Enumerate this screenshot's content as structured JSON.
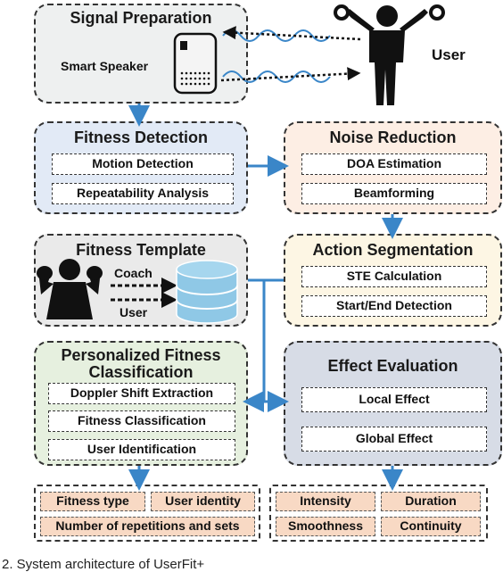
{
  "signal_preparation": {
    "title": "Signal Preparation",
    "device_label": "Smart Speaker",
    "user_label": "User"
  },
  "fitness_detection": {
    "title": "Fitness Detection",
    "items": [
      "Motion Detection",
      "Repeatability Analysis"
    ]
  },
  "noise_reduction": {
    "title": "Noise Reduction",
    "items": [
      "DOA Estimation",
      "Beamforming"
    ]
  },
  "fitness_template": {
    "title": "Fitness Template",
    "coach_label": "Coach",
    "user_label": "User"
  },
  "action_segmentation": {
    "title": "Action Segmentation",
    "items": [
      "STE Calculation",
      "Start/End Detection"
    ]
  },
  "personalized_classification": {
    "title_line1": "Personalized Fitness",
    "title_line2": "Classification",
    "items": [
      "Doppler Shift Extraction",
      "Fitness Classification",
      "User Identification"
    ]
  },
  "effect_evaluation": {
    "title": "Effect Evaluation",
    "items": [
      "Local Effect",
      "Global Effect"
    ]
  },
  "outputs_left": {
    "items": [
      "Fitness type",
      "User identity",
      "Number of repetitions and sets"
    ]
  },
  "outputs_right": {
    "items": [
      "Intensity",
      "Duration",
      "Smoothness",
      "Continuity"
    ]
  },
  "caption": "2. System architecture of UserFit+",
  "colors": {
    "signal_prep_bg": "#eef0f0",
    "fitness_detection_bg": "#e2eaf6",
    "noise_reduction_bg": "#fdeee4",
    "fitness_template_bg": "#eaeaea",
    "action_segmentation_bg": "#fdf6e4",
    "classification_bg": "#e6f0df",
    "effect_evaluation_bg": "#d7dce6",
    "output_tag": "#f8d9c4",
    "arrow": "#3a86c8"
  }
}
